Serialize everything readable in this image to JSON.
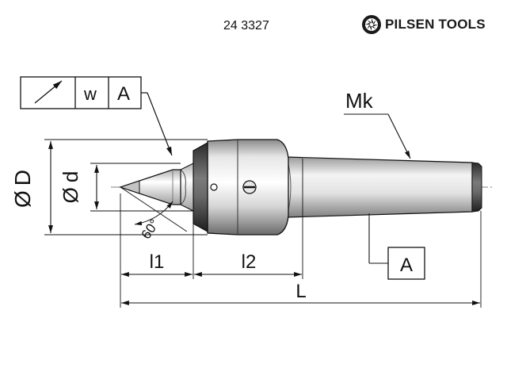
{
  "header": {
    "product_code": "24 3327",
    "brand": "PILSEN TOOLS"
  },
  "tolerance_frame": {
    "symbol": "circular-runout-arrow",
    "value": "w",
    "datum": "A"
  },
  "labels": {
    "outer_diameter": "D",
    "point_diameter": "d",
    "diameter_symbol": "Ø",
    "angle": "60°",
    "taper": "Mk",
    "datum": "A",
    "len_l1": "l1",
    "len_l2": "l2",
    "len_total": "L"
  },
  "colors": {
    "line": "#111111",
    "metal_light": "#f2f2f2",
    "metal_mid": "#b8b8b8",
    "metal_dark": "#3a3a3a",
    "brand_icon": "#1a1a1a"
  }
}
